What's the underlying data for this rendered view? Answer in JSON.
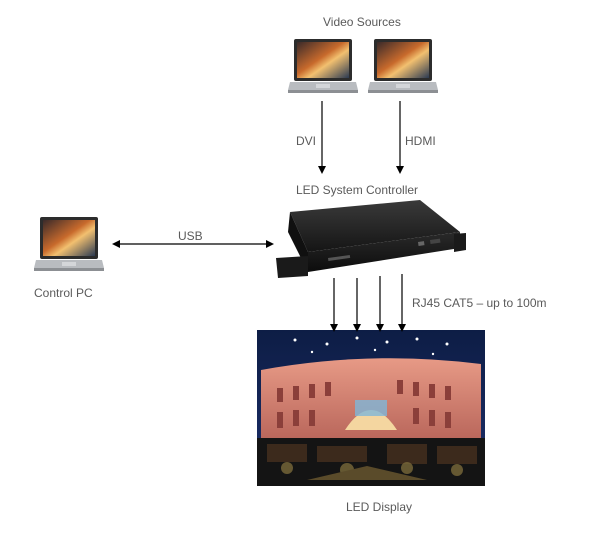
{
  "labels": {
    "video_sources": "Video Sources",
    "dvi": "DVI",
    "hdmi": "HDMI",
    "led_system_controller": "LED System Controller",
    "usb": "USB",
    "control_pc": "Control PC",
    "rj45": "RJ45 CAT5 – up to 100m",
    "led_display": "LED Display"
  },
  "icons": {
    "video_source_laptop": "laptop-icon",
    "control_laptop": "laptop-icon",
    "controller": "rack-controller-icon",
    "display": "led-display-image"
  },
  "colors": {
    "text": "#5a5a5a",
    "arrow": "#000000",
    "controller_body": "#1b1b1b"
  }
}
